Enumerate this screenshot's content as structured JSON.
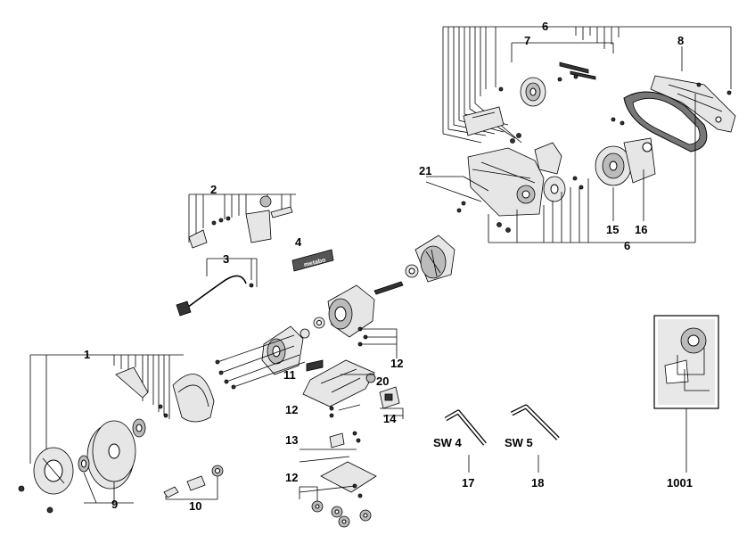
{
  "callouts": {
    "c1": "1",
    "c2": "2",
    "c3": "3",
    "c4": "4",
    "c6_top": "6",
    "c6_bottom": "6",
    "c7": "7",
    "c8": "8",
    "c9": "9",
    "c10": "10",
    "c11": "11",
    "c12_a": "12",
    "c12_b": "12",
    "c12_c": "12",
    "c13": "13",
    "c14": "14",
    "c15": "15",
    "c16": "16",
    "c17": "17",
    "c18": "18",
    "c20": "20",
    "c21": "21",
    "c1001": "1001"
  },
  "tools": {
    "sw4": "SW 4",
    "sw5": "SW 5"
  },
  "nameplate": "metabo"
}
